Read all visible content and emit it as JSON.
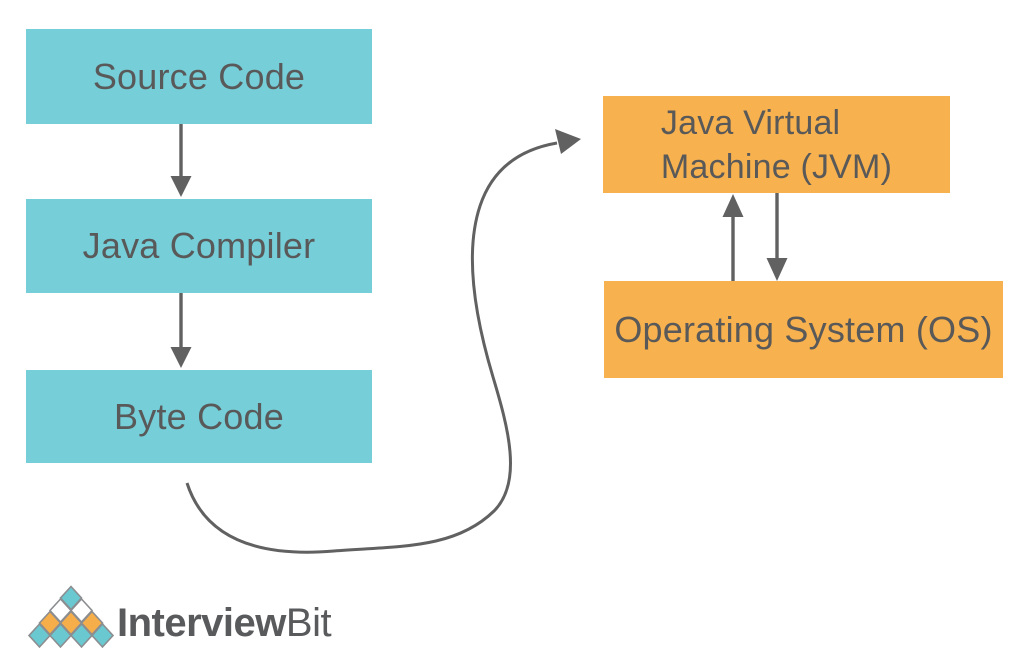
{
  "colors": {
    "teal": "#76CED8",
    "orange": "#F7B14E",
    "text": "#595959",
    "arrow": "#616161",
    "logo_teal": "#6AC8D0",
    "logo_orange": "#F6AE4B",
    "logo_outline": "#8B8D90",
    "logo_text": "#595A5C"
  },
  "diagram": {
    "nodes": {
      "source_code": {
        "label": "Source Code",
        "color": "teal"
      },
      "java_compiler": {
        "label": "Java Compiler",
        "color": "teal"
      },
      "byte_code": {
        "label": "Byte Code",
        "color": "teal"
      },
      "jvm": {
        "line1": "Java Virtual",
        "line2": "Machine (JVM)",
        "color": "orange"
      },
      "os": {
        "label": "Operating System (OS)",
        "color": "orange"
      }
    },
    "connections": [
      {
        "from": "source_code",
        "to": "java_compiler",
        "style": "straight-arrow-down"
      },
      {
        "from": "java_compiler",
        "to": "byte_code",
        "style": "straight-arrow-down"
      },
      {
        "from": "byte_code",
        "to": "jvm",
        "style": "curved-s-arrow"
      },
      {
        "from": "os",
        "to": "jvm",
        "style": "straight-arrow-up"
      },
      {
        "from": "jvm",
        "to": "os",
        "style": "straight-arrow-down"
      }
    ]
  },
  "footer": {
    "brand_primary": "Interview",
    "brand_secondary": "Bit"
  }
}
